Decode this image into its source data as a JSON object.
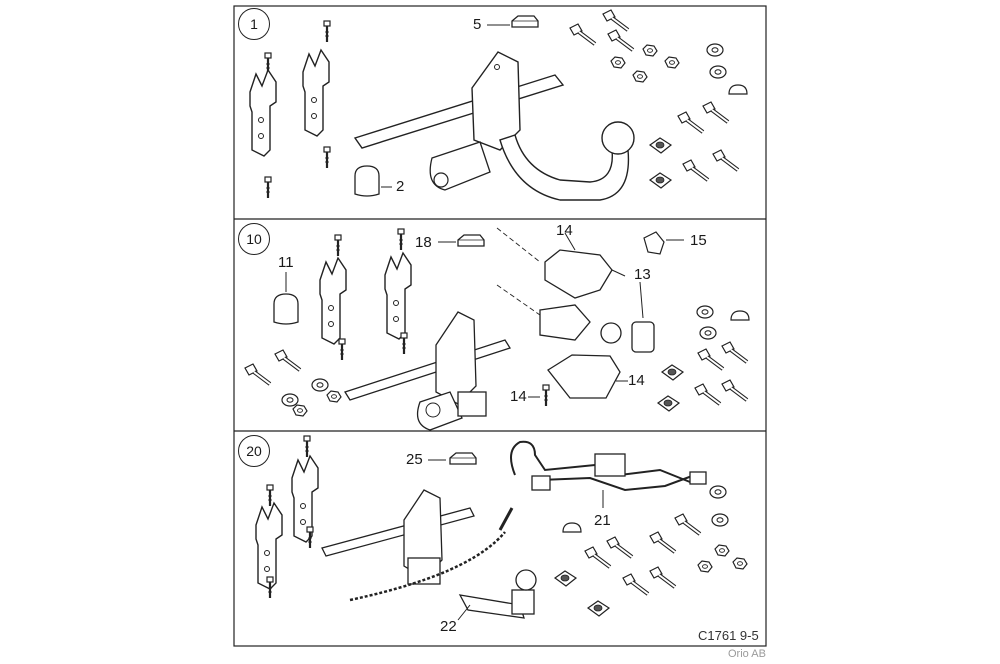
{
  "panels": [
    {
      "number": "1"
    },
    {
      "number": "10"
    },
    {
      "number": "20"
    }
  ],
  "callouts": {
    "c2": "2",
    "c5": "5",
    "c11": "11",
    "c13": "13",
    "c14a": "14",
    "c14b": "14",
    "c14c": "14",
    "c15": "15",
    "c18": "18",
    "c21": "21",
    "c22": "22",
    "c25": "25"
  },
  "figure_code": "C1761 9-5",
  "credit": "Orio AB"
}
